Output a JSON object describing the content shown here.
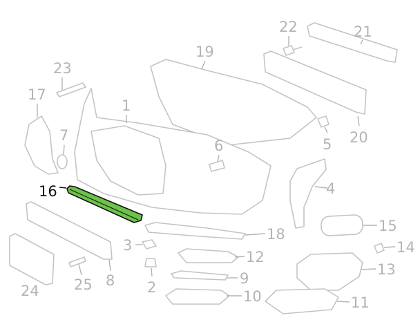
{
  "diagram": {
    "highlight_color": "#6cc24a",
    "highlighted_part": "16",
    "callouts": {
      "p1": "1",
      "p2": "2",
      "p3": "3",
      "p4": "4",
      "p5": "5",
      "p6": "6",
      "p7": "7",
      "p8": "8",
      "p9": "9",
      "p10": "10",
      "p11": "11",
      "p12": "12",
      "p13": "13",
      "p14": "14",
      "p15": "15",
      "p16": "16",
      "p17": "17",
      "p18": "18",
      "p19": "19",
      "p20": "20",
      "p21": "21",
      "p22": "22",
      "p23": "23",
      "p24": "24",
      "p25": "25"
    }
  }
}
